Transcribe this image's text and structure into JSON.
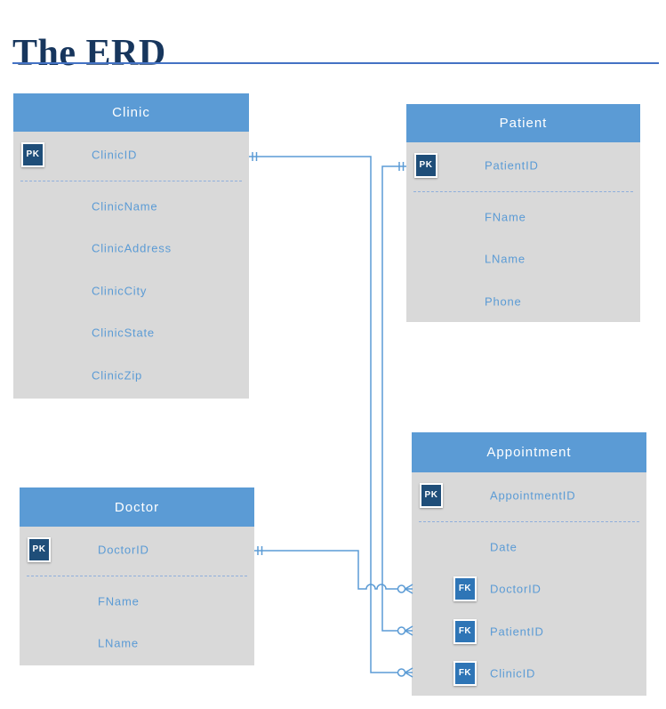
{
  "page": {
    "title": "The ERD"
  },
  "colors": {
    "header_blue": "#5B9BD5",
    "body_gray": "#D9D9D9",
    "pk_navy": "#1F4E79",
    "fk_blue": "#2E75B6",
    "attr_text": "#5B9BD5",
    "line_blue": "#5B9BD5",
    "sep_color": "#8FAFDC",
    "title_color": "#17365D",
    "divider_color": "#4472C4"
  },
  "entities": [
    {
      "id": "clinic",
      "title": "Clinic",
      "attributes": [
        {
          "key": "PK",
          "label": "ClinicID"
        },
        {
          "label": "ClinicName"
        },
        {
          "label": "ClinicAddress"
        },
        {
          "label": "ClinicCity"
        },
        {
          "label": "ClinicState"
        },
        {
          "label": "ClinicZip"
        }
      ]
    },
    {
      "id": "patient",
      "title": "Patient",
      "attributes": [
        {
          "key": "PK",
          "label": "PatientID"
        },
        {
          "label": "FName"
        },
        {
          "label": "LName"
        },
        {
          "label": "Phone"
        }
      ]
    },
    {
      "id": "doctor",
      "title": "Doctor",
      "attributes": [
        {
          "key": "PK",
          "label": "DoctorID"
        },
        {
          "label": "FName"
        },
        {
          "label": "LName"
        }
      ]
    },
    {
      "id": "appointment",
      "title": "Appointment",
      "attributes": [
        {
          "key": "PK",
          "label": "AppointmentID"
        },
        {
          "label": "Date"
        },
        {
          "key": "FK",
          "label": "DoctorID"
        },
        {
          "key": "FK",
          "label": "PatientID"
        },
        {
          "key": "FK",
          "label": "ClinicID"
        }
      ]
    }
  ],
  "relationships": [
    {
      "from": "Clinic.ClinicID",
      "to": "Appointment.ClinicID",
      "from_cardinality": "one",
      "to_cardinality": "many"
    },
    {
      "from": "Patient.PatientID",
      "to": "Appointment.PatientID",
      "from_cardinality": "one",
      "to_cardinality": "many"
    },
    {
      "from": "Doctor.DoctorID",
      "to": "Appointment.DoctorID",
      "from_cardinality": "one",
      "to_cardinality": "many"
    }
  ]
}
